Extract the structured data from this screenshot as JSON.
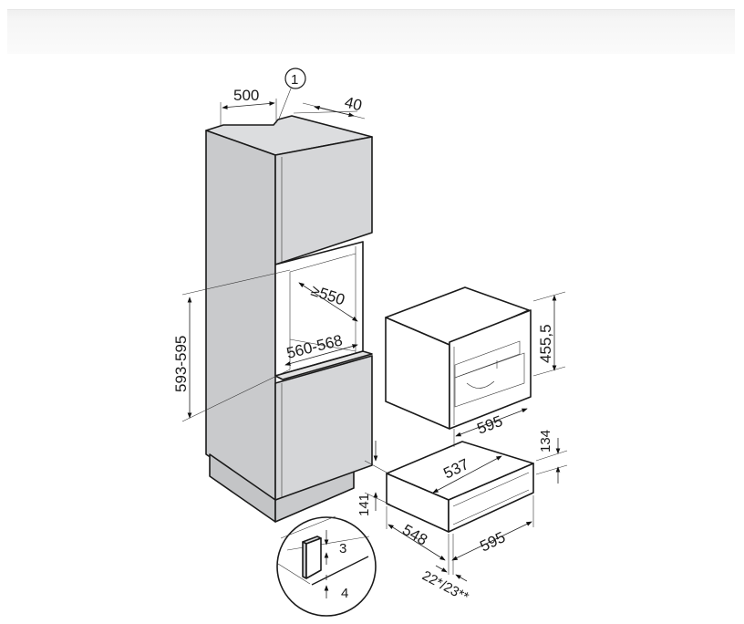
{
  "diagram": {
    "type": "installation-dimensions",
    "colors": {
      "cabinet_side": "#c9cacc",
      "cabinet_front": "#d5d6d8",
      "cabinet_top": "#dcdddf",
      "plinth": "#c6c7c9",
      "line": "#1a1a1a",
      "background": "#ffffff"
    },
    "callout": {
      "number": "1"
    },
    "tall_cabinet": {
      "depth_label": "500",
      "ventilation_gap_label": "40",
      "niche_depth_label": "≥550",
      "niche_width_label": "560-568",
      "niche_height_label": "593-595"
    },
    "appliance": {
      "height_label": "455,5",
      "width_label": "595"
    },
    "drawer": {
      "depth_inner_label": "537",
      "height_label": "134",
      "side_depth_label": "548",
      "width_label": "595",
      "niche_height_label": "141",
      "front_offset_label": "22*/23**"
    },
    "detail": {
      "gap_top_label": "3",
      "gap_bottom_label": "4"
    }
  }
}
